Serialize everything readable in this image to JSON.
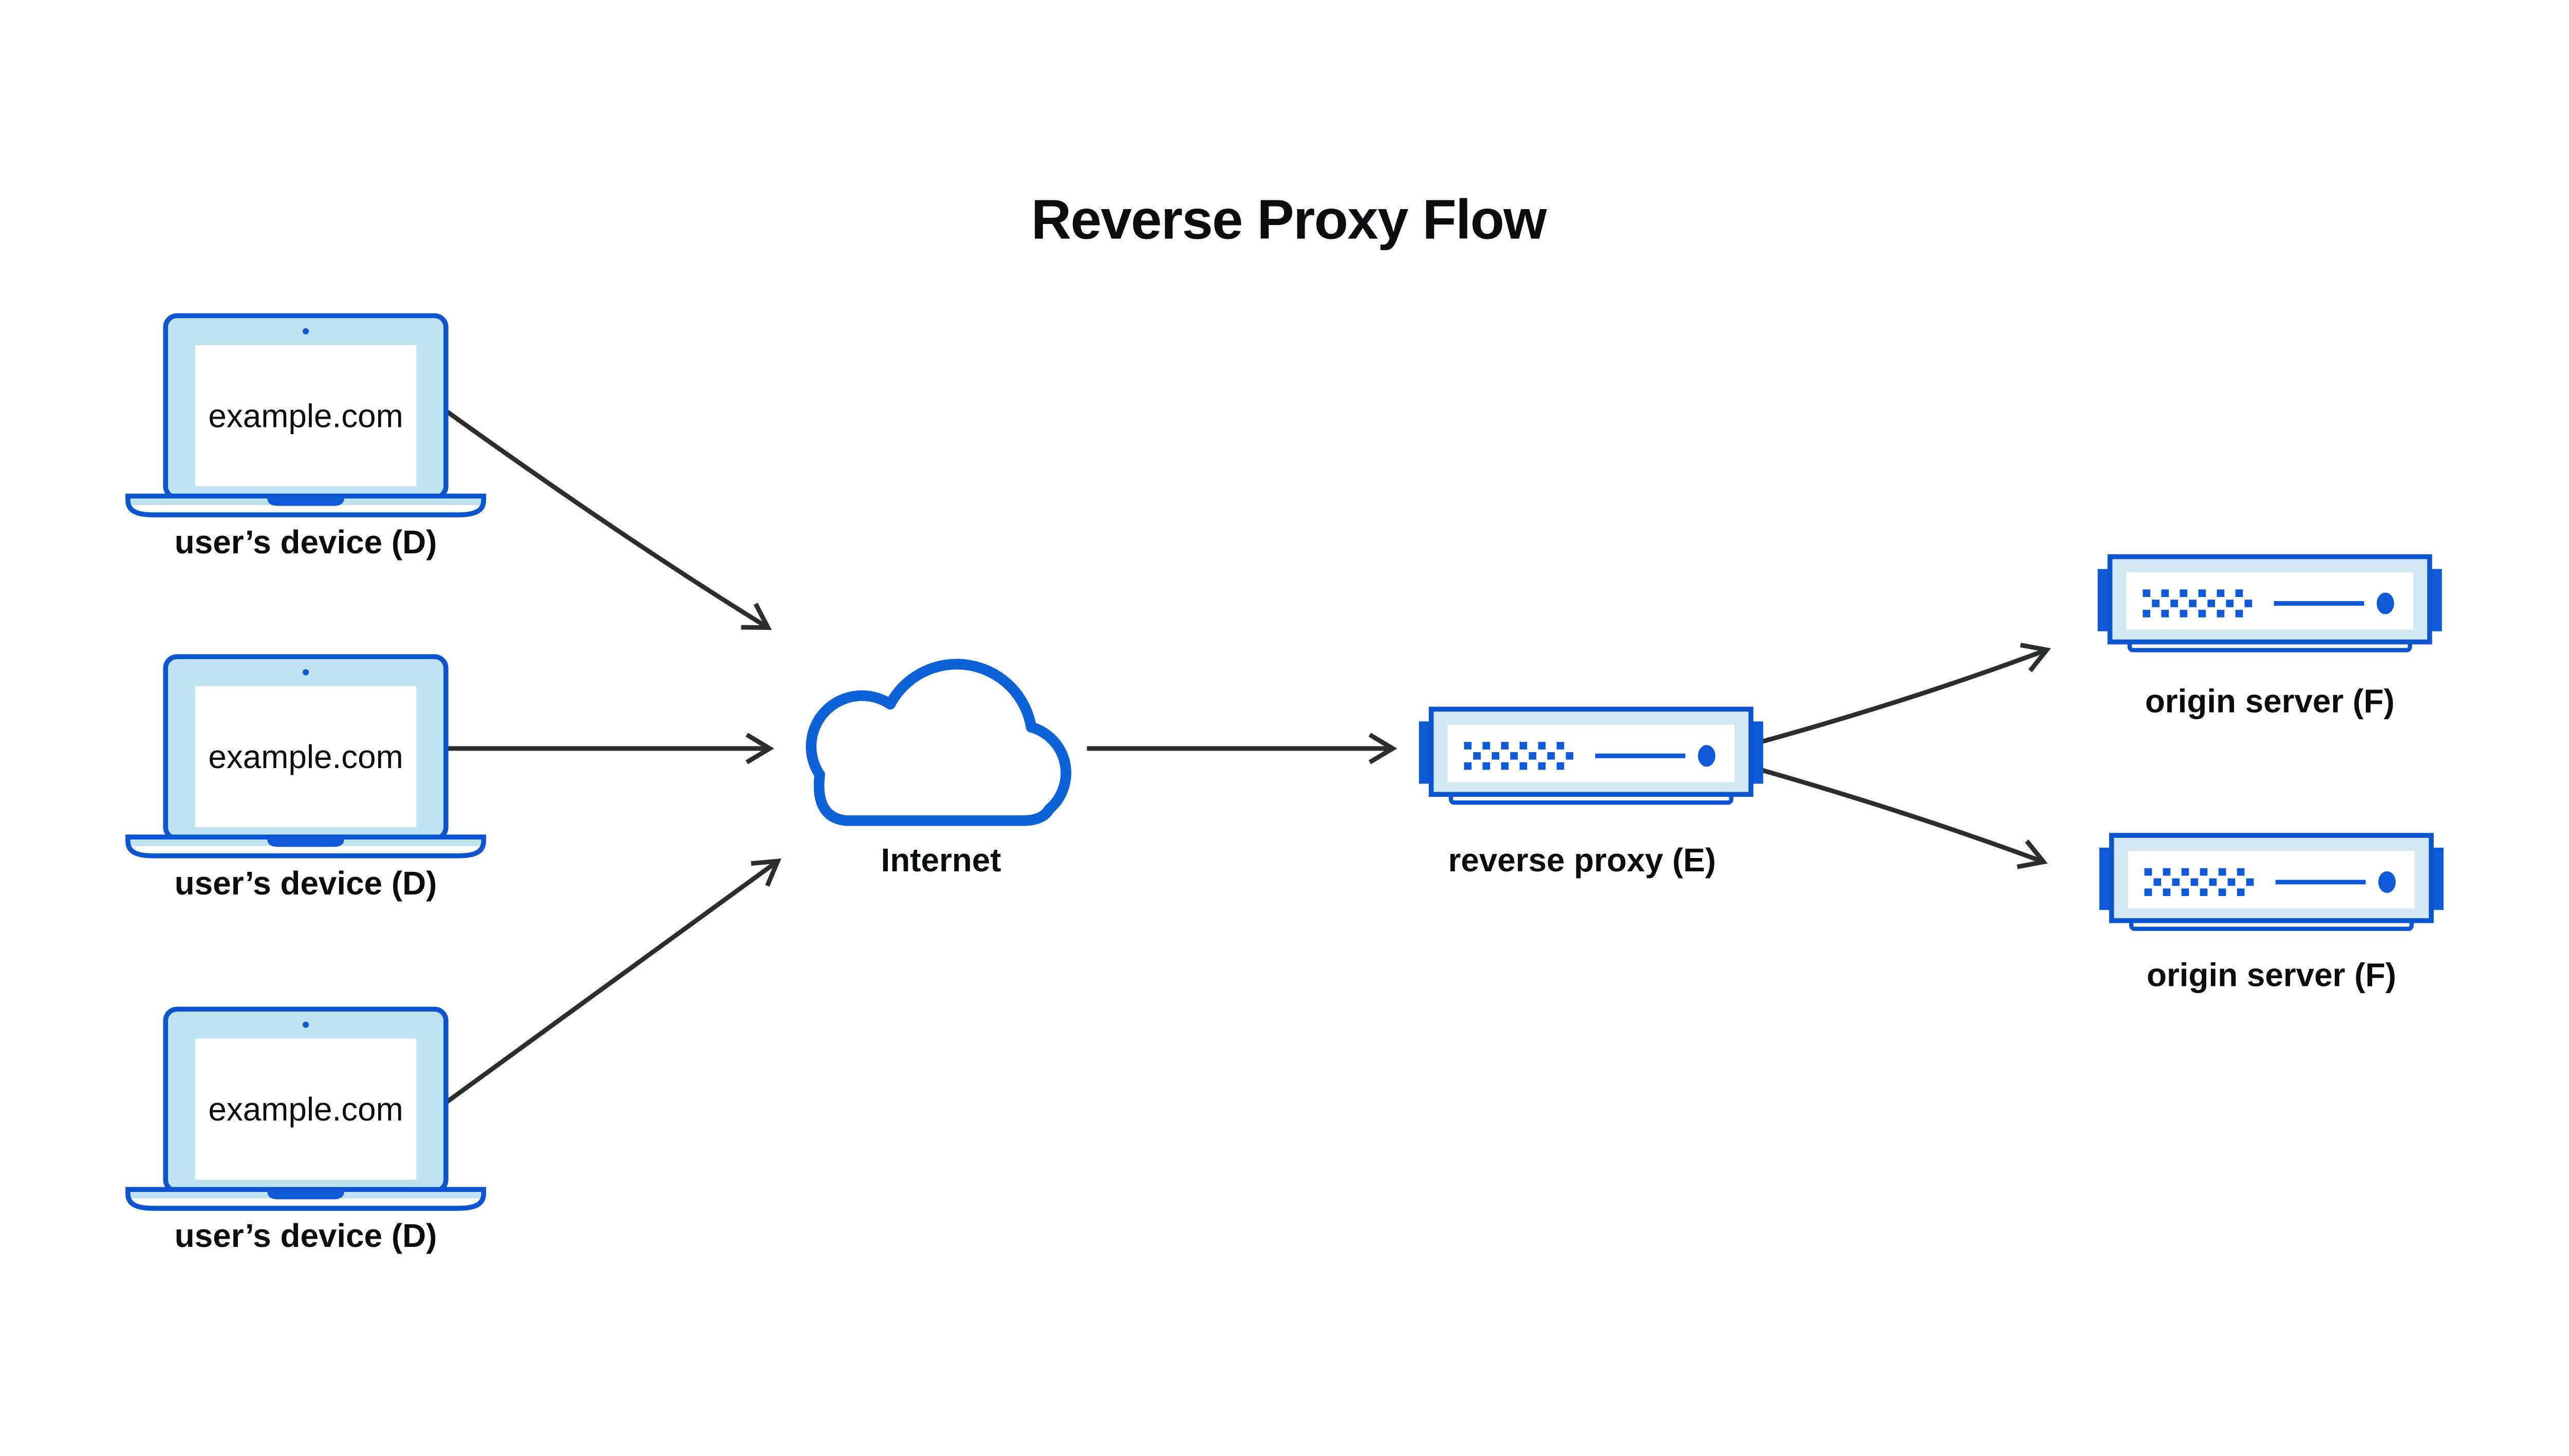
{
  "title": "Reverse Proxy Flow",
  "colors": {
    "line_blue": "#0d55cf",
    "accent_blue": "#1059d6",
    "cloud_blue": "#0e62d8",
    "laptop_bezel": "#bfe2f0",
    "server_bezel": "#d2e9f3",
    "arrow": "#2b2d2e",
    "text": "#0b0c0d",
    "background": "#ffffff"
  },
  "nodes": {
    "devices": [
      {
        "id": "user-device-1",
        "icon": "laptop-icon",
        "screen_text": "example.com",
        "label": "user’s device (D)"
      },
      {
        "id": "user-device-2",
        "icon": "laptop-icon",
        "screen_text": "example.com",
        "label": "user’s device (D)"
      },
      {
        "id": "user-device-3",
        "icon": "laptop-icon",
        "screen_text": "example.com",
        "label": "user’s device (D)"
      }
    ],
    "internet": {
      "id": "internet",
      "icon": "cloud-icon",
      "label": "Internet"
    },
    "reverse_proxy": {
      "id": "reverse-proxy",
      "icon": "server-icon",
      "label": "reverse proxy (E)"
    },
    "origin_servers": [
      {
        "id": "origin-server-1",
        "icon": "server-icon",
        "label": "origin server (F)"
      },
      {
        "id": "origin-server-2",
        "icon": "server-icon",
        "label": "origin server (F)"
      }
    ]
  },
  "edges": [
    {
      "from": "user-device-1",
      "to": "internet"
    },
    {
      "from": "user-device-2",
      "to": "internet"
    },
    {
      "from": "user-device-3",
      "to": "internet"
    },
    {
      "from": "internet",
      "to": "reverse-proxy"
    },
    {
      "from": "reverse-proxy",
      "to": "origin-server-1"
    },
    {
      "from": "reverse-proxy",
      "to": "origin-server-2"
    }
  ]
}
